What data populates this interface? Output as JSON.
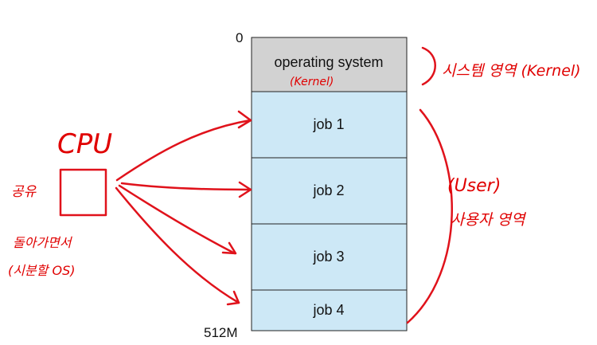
{
  "memory": {
    "addr_start": "0",
    "addr_end": "512M",
    "os_label": "operating system",
    "jobs": [
      "job 1",
      "job 2",
      "job 3",
      "job 4"
    ]
  },
  "annotations": {
    "cpu": "CPU",
    "kernel_inline": "(Kernel)",
    "system_area": "시스템 영역 (Kernel)",
    "user": "(User)",
    "user_area": "사용자 영역",
    "shared": "공유",
    "rotating": "돌아가면서",
    "time_sharing": "(시분할 OS)"
  },
  "colors": {
    "os_fill": "#d2d2d2",
    "job_fill": "#cde8f6",
    "ink": "#e0121b"
  }
}
